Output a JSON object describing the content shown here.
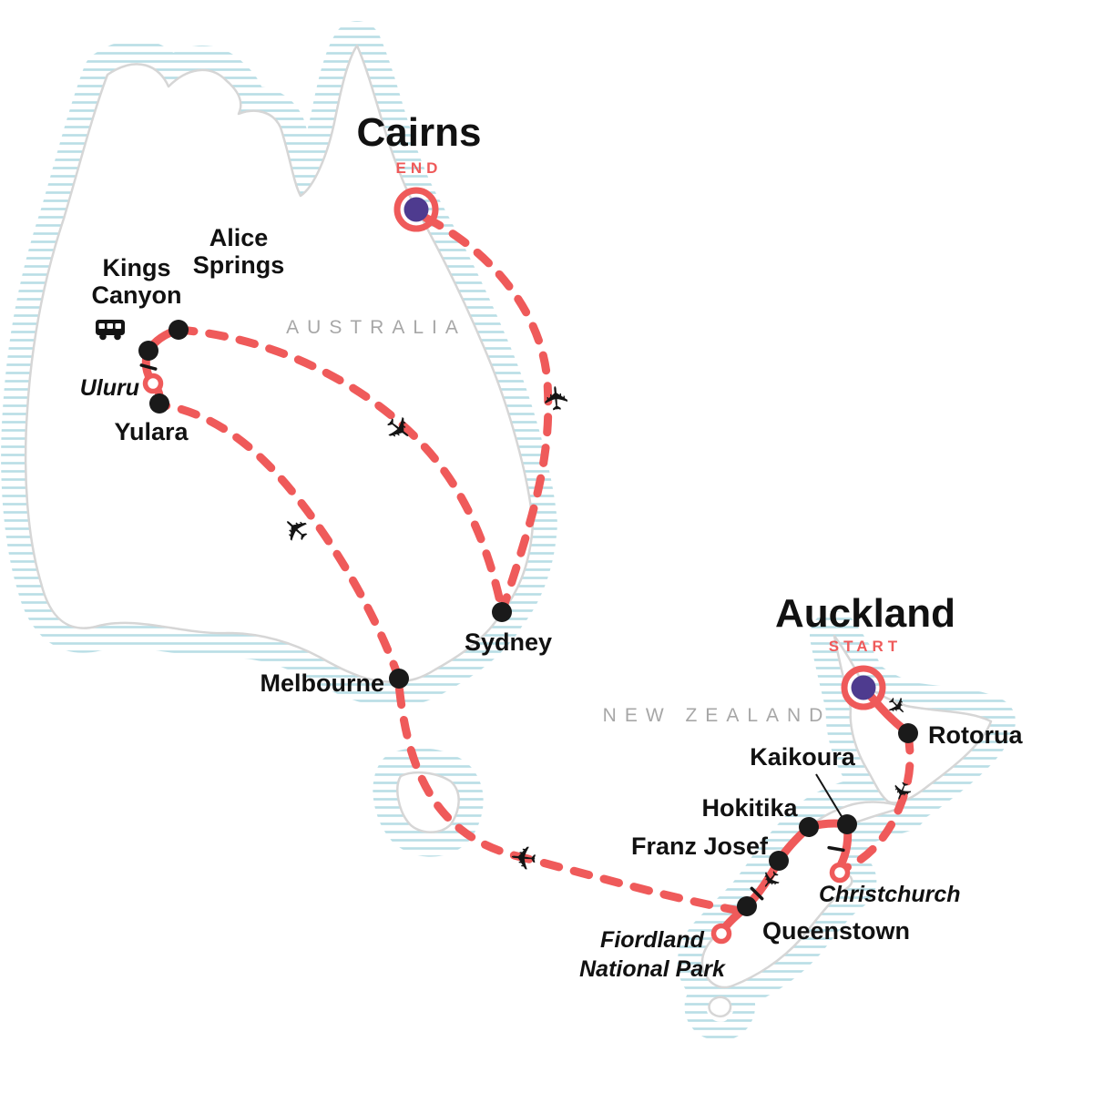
{
  "regions": {
    "australia": "AUSTRALIA",
    "new_zealand": "NEW ZEALAND"
  },
  "colors": {
    "route": "#EF5A5A",
    "marker_purple": "#4E3B8F",
    "marker_black": "#1A1A1A",
    "land_outline": "#D6D6D6",
    "water_hatch": "#B9DEE6",
    "region_label": "#A7A7A7",
    "city_label": "#111111"
  },
  "icons": {
    "plane": "✈",
    "bus": "bus-icon"
  },
  "markers": {
    "start_label": "START",
    "end_label": "END"
  },
  "cities": {
    "cairns": {
      "label": "Cairns",
      "status": "END"
    },
    "auckland": {
      "label": "Auckland",
      "status": "START"
    },
    "alice_springs": {
      "line1": "Alice",
      "line2": "Springs"
    },
    "kings_canyon": {
      "line1": "Kings",
      "line2": "Canyon"
    },
    "uluru": {
      "label": "Uluru"
    },
    "yulara": {
      "label": "Yulara"
    },
    "sydney": {
      "label": "Sydney"
    },
    "melbourne": {
      "label": "Melbourne"
    },
    "rotorua": {
      "label": "Rotorua"
    },
    "kaikoura": {
      "label": "Kaikoura"
    },
    "hokitika": {
      "label": "Hokitika"
    },
    "franz_josef": {
      "label": "Franz Josef"
    },
    "queenstown": {
      "label": "Queenstown"
    },
    "christchurch": {
      "label": "Christchurch"
    },
    "fiordland_national_park": {
      "line1": "Fiordland",
      "line2": "National Park"
    }
  },
  "itinerary_legs": [
    {
      "from": "Auckland",
      "to": "Rotorua",
      "mode": "overland"
    },
    {
      "from": "Rotorua",
      "to": "Christchurch",
      "mode": "flight"
    },
    {
      "from": "Christchurch",
      "to": "Kaikoura",
      "mode": "overland"
    },
    {
      "from": "Kaikoura",
      "to": "Hokitika",
      "mode": "overland"
    },
    {
      "from": "Hokitika",
      "to": "Franz Josef",
      "mode": "overland"
    },
    {
      "from": "Franz Josef",
      "to": "Queenstown",
      "mode": "overland"
    },
    {
      "from": "Queenstown",
      "to": "Fiordland National Park",
      "mode": "overland"
    },
    {
      "from": "Queenstown",
      "to": "Melbourne",
      "mode": "flight"
    },
    {
      "from": "Melbourne",
      "to": "Yulara",
      "mode": "flight"
    },
    {
      "from": "Yulara",
      "to": "Uluru",
      "mode": "overland"
    },
    {
      "from": "Uluru",
      "to": "Kings Canyon",
      "mode": "overland"
    },
    {
      "from": "Kings Canyon",
      "to": "Alice Springs",
      "mode": "overland"
    },
    {
      "from": "Alice Springs",
      "to": "Sydney",
      "mode": "flight"
    },
    {
      "from": "Sydney",
      "to": "Cairns",
      "mode": "flight"
    }
  ]
}
